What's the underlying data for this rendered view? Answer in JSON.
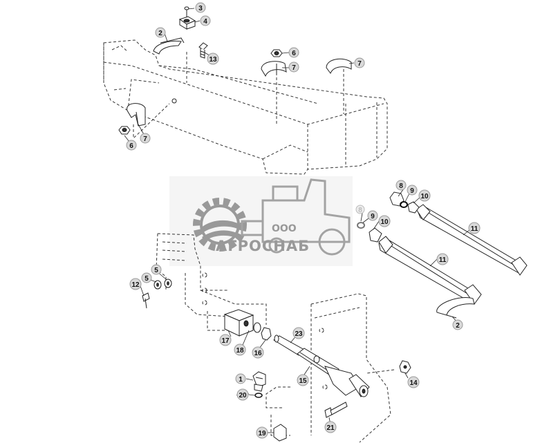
{
  "watermark": {
    "company": "АГРОСНАБ",
    "prefix": "ООО",
    "color": "#8f8f8f"
  },
  "callouts": [
    {
      "id": "c-3a",
      "label": "3"
    },
    {
      "id": "c-4a",
      "label": "4"
    },
    {
      "id": "c-2a",
      "label": "2"
    },
    {
      "id": "c-13",
      "label": "13"
    },
    {
      "id": "c-6a",
      "label": "6"
    },
    {
      "id": "c-7a",
      "label": "7"
    },
    {
      "id": "c-7b",
      "label": "7"
    },
    {
      "id": "c-7c",
      "label": "7"
    },
    {
      "id": "c-6b",
      "label": "6"
    },
    {
      "id": "c-8a",
      "label": "8"
    },
    {
      "id": "c-9a",
      "label": "9"
    },
    {
      "id": "c-10a",
      "label": "10"
    },
    {
      "id": "c-8b",
      "label": "8"
    },
    {
      "id": "c-9b",
      "label": "9"
    },
    {
      "id": "c-10b",
      "label": "10"
    },
    {
      "id": "c-11a",
      "label": "11"
    },
    {
      "id": "c-11b",
      "label": "11"
    },
    {
      "id": "c-2b",
      "label": "2"
    },
    {
      "id": "c-12",
      "label": "12"
    },
    {
      "id": "c-5a",
      "label": "5"
    },
    {
      "id": "c-5b",
      "label": "5"
    },
    {
      "id": "c-17",
      "label": "17"
    },
    {
      "id": "c-18",
      "label": "18"
    },
    {
      "id": "c-16",
      "label": "16"
    },
    {
      "id": "c-23",
      "label": "23"
    },
    {
      "id": "c-15",
      "label": "15"
    },
    {
      "id": "c-14",
      "label": "14"
    },
    {
      "id": "c-1",
      "label": "1"
    },
    {
      "id": "c-20",
      "label": "20"
    },
    {
      "id": "c-21",
      "label": "21"
    },
    {
      "id": "c-19",
      "label": "19"
    }
  ]
}
